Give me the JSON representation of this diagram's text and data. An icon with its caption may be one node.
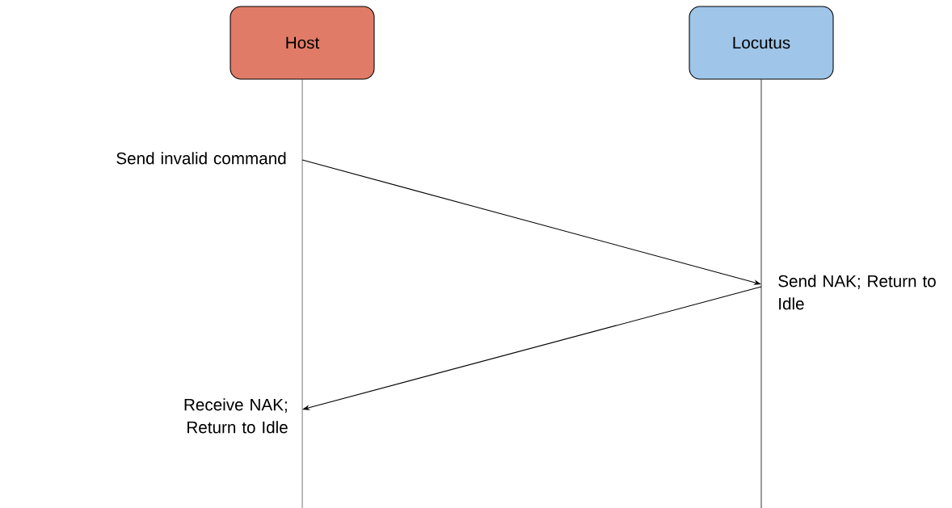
{
  "diagram": {
    "nodes": [
      {
        "text": [
          "Host"
        ]
      },
      {
        "text": [
          "Locutus"
        ]
      },
      {
        "text": [],
        "shape": "line"
      },
      {
        "text": [],
        "shape": "line"
      }
    ],
    "edges": [
      {
        "from": 2,
        "to": 3,
        "arrow": "to",
        "label": "Send invalid command"
      },
      {
        "from": 3,
        "to": 2,
        "arrow": "to",
        "label": "Send NAK; Return to Idle"
      }
    ],
    "labels": [
      "Receive NAK; Return to Idle"
    ]
  }
}
